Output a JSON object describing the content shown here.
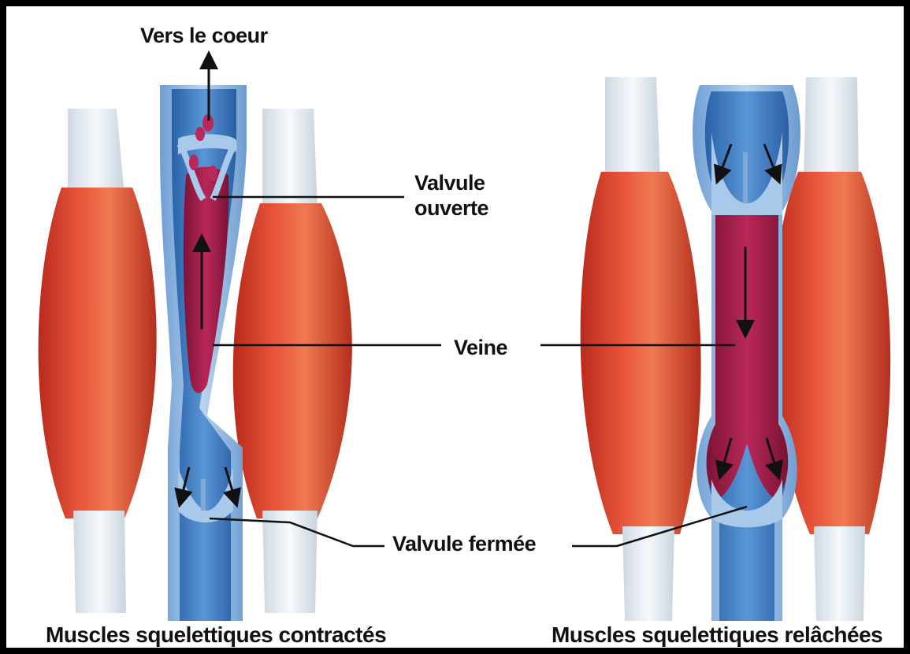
{
  "labels": {
    "to_heart": "Vers le coeur",
    "valve_open_line1": "Valvule",
    "valve_open_line2": "ouverte",
    "vein": "Veine",
    "valve_closed": "Valvule fermée",
    "caption_left": "Muscles squelettiques contractés",
    "caption_right": "Muscles squelettiques relâchées"
  },
  "colors": {
    "muscle": "#d9432b",
    "tendon": "#e9eef4",
    "vein_wall": "#8fb6e0",
    "vein_lumen": "#3a78c0",
    "blood": "#a01c44"
  }
}
